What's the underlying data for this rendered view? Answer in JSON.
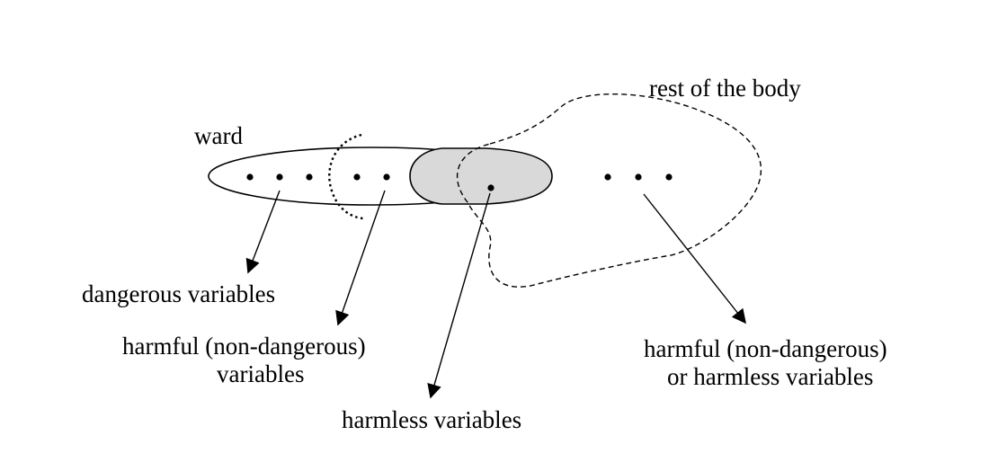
{
  "labels": {
    "ward": "ward",
    "rest_of_body": "rest of the body",
    "dangerous": "dangerous variables",
    "harmful_line1": "harmful (non-dangerous)",
    "harmful_line2": "variables",
    "harmless": "harmless variables",
    "rest_line1": "harmful (non-dangerous)",
    "rest_line2": "or harmless variables"
  },
  "colors": {
    "stroke": "#000000",
    "shaded_region": "#d9d9d9",
    "background": "#ffffff"
  }
}
